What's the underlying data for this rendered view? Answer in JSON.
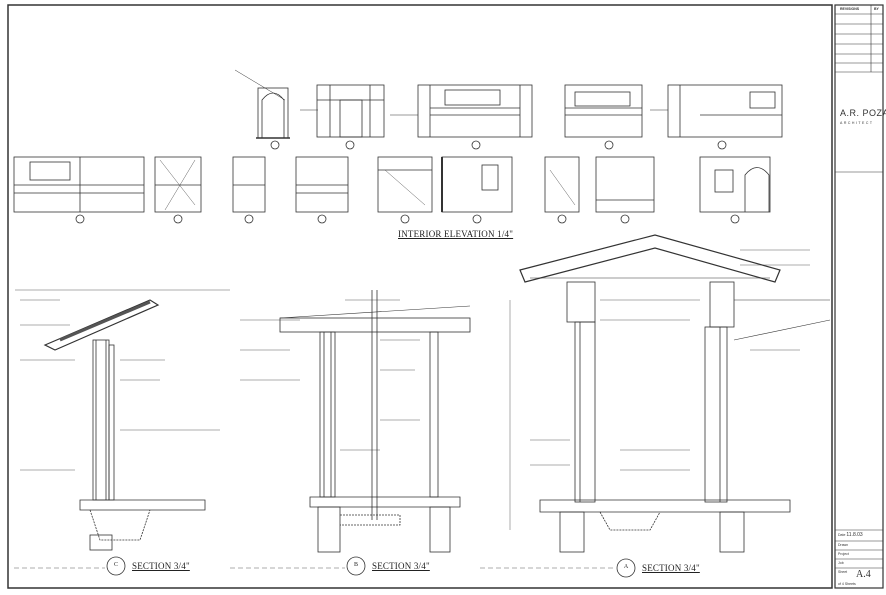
{
  "drawing": {
    "interior_elevation_title": "INTERIOR ELEVATION 1/4\"",
    "sections": [
      {
        "marker": "C",
        "label": "SECTION 3/4\""
      },
      {
        "marker": "B",
        "label": "SECTION 3/4\""
      },
      {
        "marker": "A",
        "label": "SECTION 3/4\""
      }
    ]
  },
  "title_block": {
    "revisions_header": "REVISIONS",
    "by_header": "BY",
    "firm_name": "A.R. POZA",
    "firm_subtitle": "ARCHITECT",
    "date_label": "Date",
    "date_value": "11.8.03",
    "drawn_label": "Drawn",
    "project_label": "Project",
    "job_label": "Job",
    "sheet_label": "Sheet",
    "sheet_number": "A.4",
    "sheets_label": "of",
    "sheets_total": "4",
    "sheets_suffix": "Sheets"
  }
}
